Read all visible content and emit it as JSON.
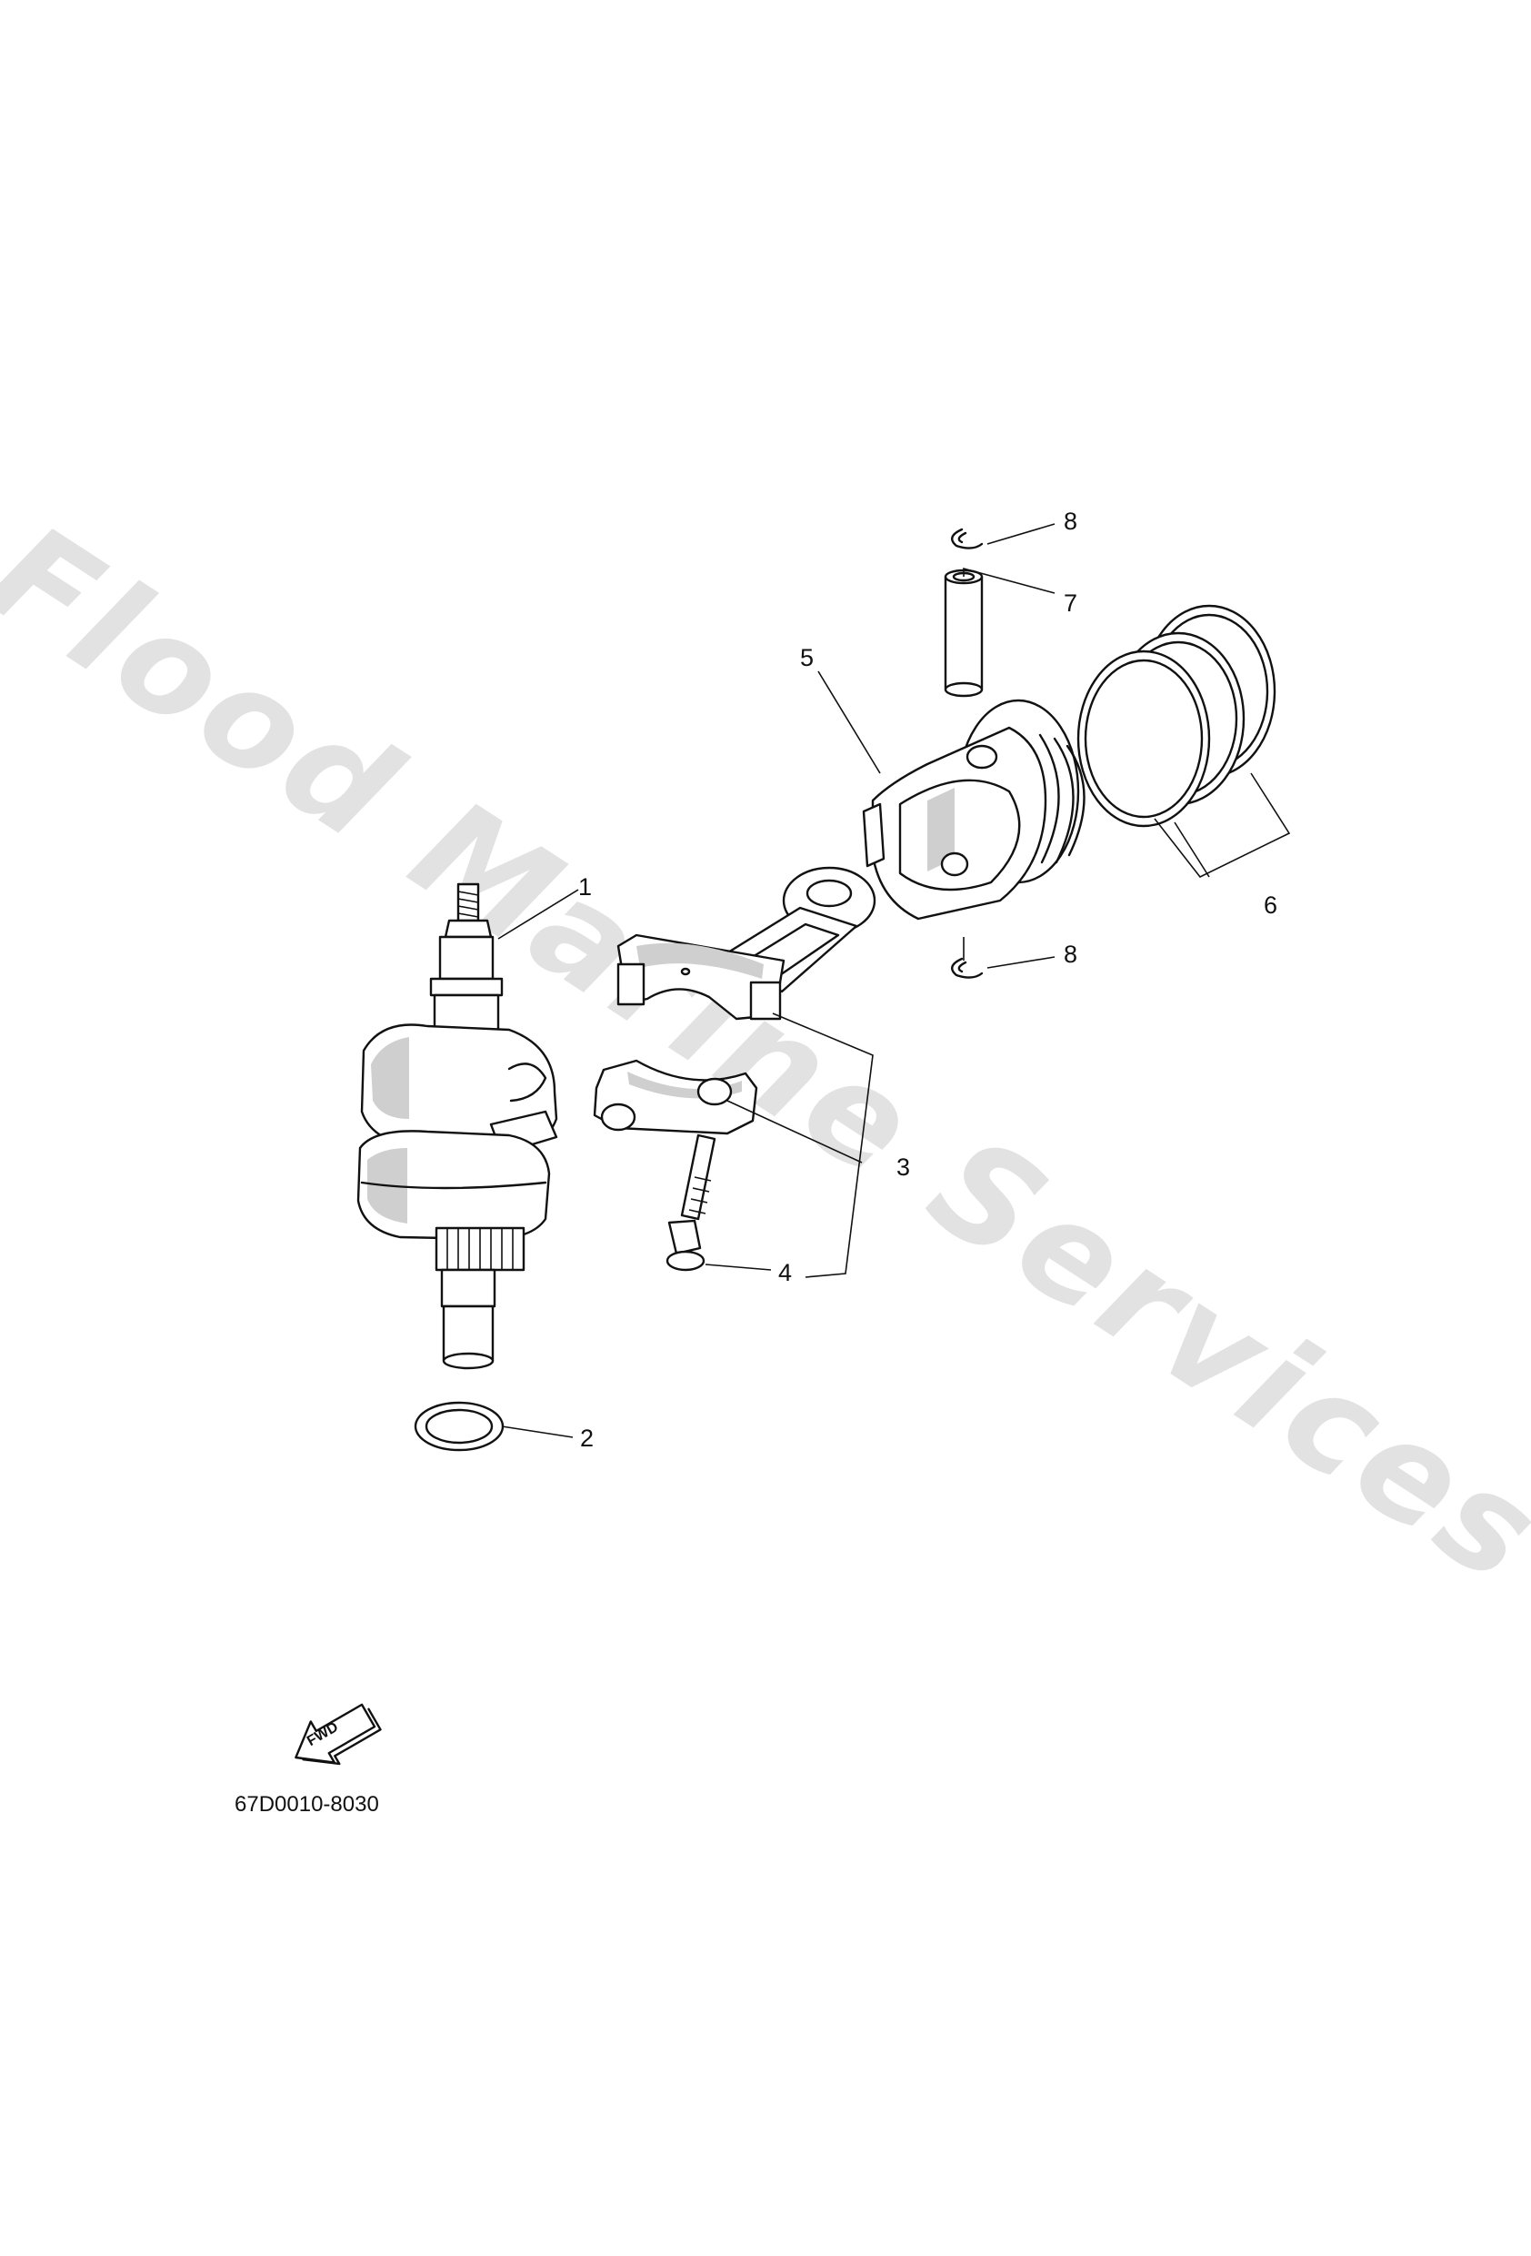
{
  "watermark": "Flood Marine Services",
  "diagram_code": "67D0010-8030",
  "fwd_label": "FWD",
  "callouts": [
    {
      "id": "1",
      "label": "1"
    },
    {
      "id": "2",
      "label": "2"
    },
    {
      "id": "3",
      "label": "3"
    },
    {
      "id": "4",
      "label": "4"
    },
    {
      "id": "5",
      "label": "5"
    },
    {
      "id": "6",
      "label": "6"
    },
    {
      "id": "7",
      "label": "7"
    },
    {
      "id": "8a",
      "label": "8"
    },
    {
      "id": "8b",
      "label": "8"
    }
  ]
}
